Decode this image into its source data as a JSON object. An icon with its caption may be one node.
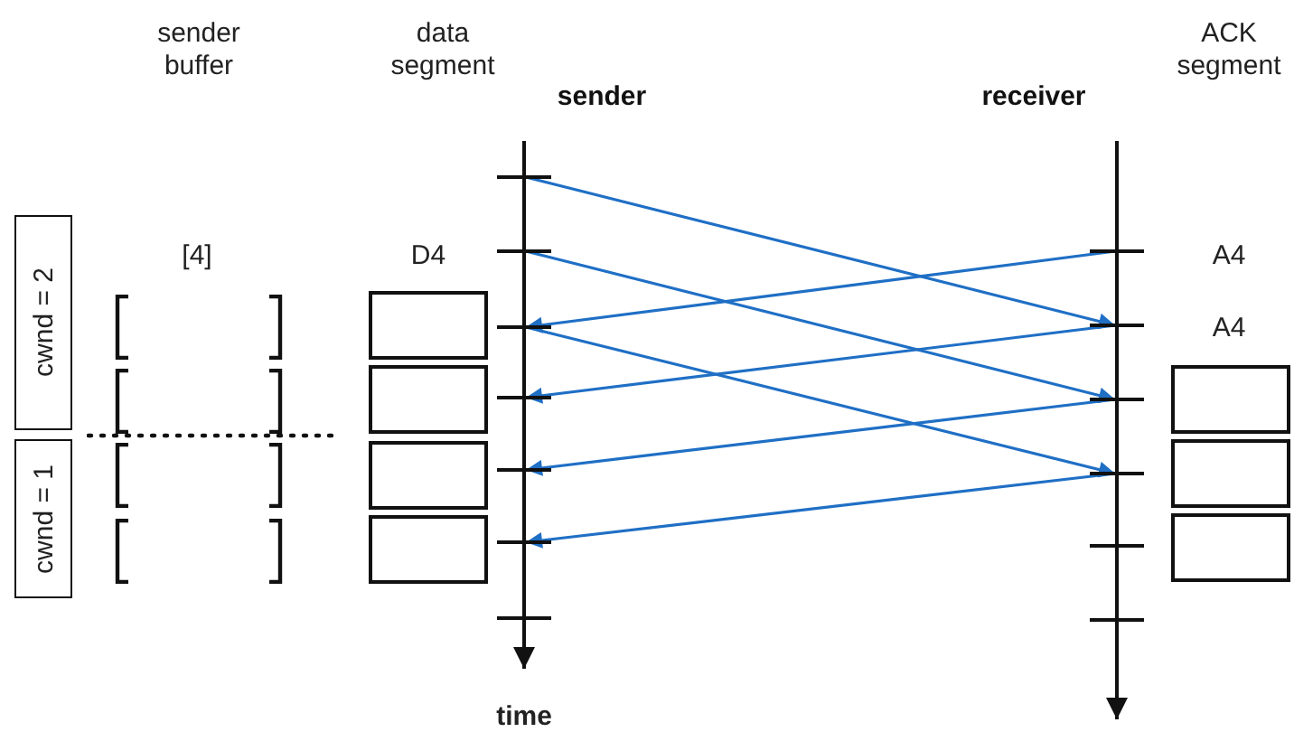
{
  "diagram": {
    "nodes": [
      {
        "text": [
          "sender"
        ]
      },
      {
        "text": [
          "receiver"
        ]
      },
      {
        "text": [
          "cwnd = 2"
        ]
      },
      {
        "text": [
          "cwnd = 1"
        ]
      },
      {
        "text": [],
        "shape": "box"
      },
      {
        "text": [],
        "shape": "box"
      },
      {
        "text": [],
        "shape": "box"
      },
      {
        "text": [],
        "shape": "box"
      },
      {
        "text": [],
        "shape": "box"
      },
      {
        "text": [],
        "shape": "box"
      },
      {
        "text": [],
        "shape": "box"
      }
    ],
    "edges": [
      {
        "from": 0,
        "to": 1,
        "arrow": "to"
      },
      {
        "from": 0,
        "to": 1,
        "arrow": "to"
      },
      {
        "from": 0,
        "to": 1,
        "arrow": "to"
      },
      {
        "from": 1,
        "to": 0,
        "arrow": "to"
      },
      {
        "from": 1,
        "to": 0,
        "arrow": "to"
      },
      {
        "from": 1,
        "to": 0,
        "arrow": "to"
      },
      {
        "from": 1,
        "to": 0,
        "arrow": "to"
      }
    ],
    "labels": [
      "sender buffer",
      "data segment",
      "ACK segment",
      "[4]",
      "D4",
      "A4",
      "A4",
      "time"
    ]
  }
}
